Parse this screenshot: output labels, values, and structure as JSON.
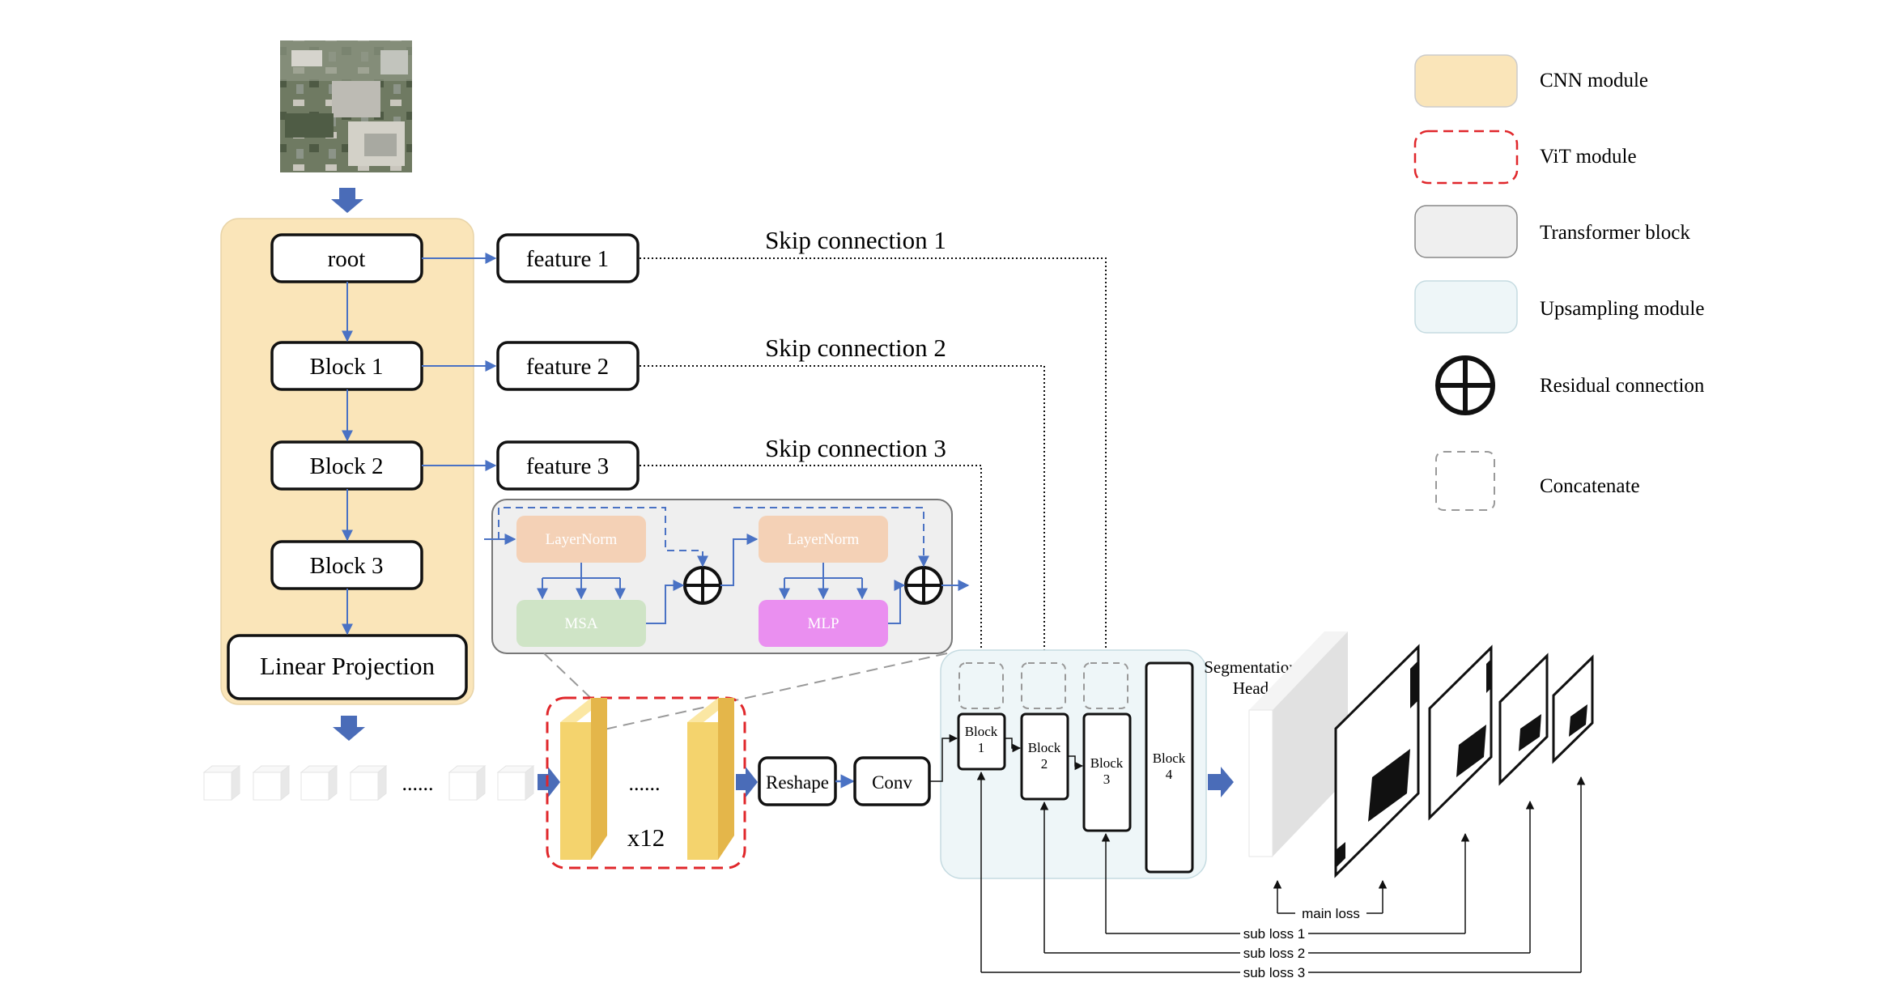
{
  "cnn": {
    "root": "root",
    "block1": "Block 1",
    "block2": "Block 2",
    "block3": "Block 3",
    "linear_projection": "Linear Projection"
  },
  "features": {
    "f1": "feature 1",
    "f2": "feature 2",
    "f3": "feature 3"
  },
  "skip": {
    "s1": "Skip connection 1",
    "s2": "Skip connection 2",
    "s3": "Skip connection 3"
  },
  "transformer": {
    "layernorm1": "LayerNorm",
    "layernorm2": "LayerNorm",
    "msa": "MSA",
    "mlp": "MLP"
  },
  "tokens": {
    "ellipsis": "......"
  },
  "vit": {
    "ellipsis": "......",
    "repeat": "x12"
  },
  "ops": {
    "reshape": "Reshape",
    "conv": "Conv"
  },
  "decoder": {
    "block1_line1": "Block",
    "block1_line2": "1",
    "block2_line1": "Block",
    "block2_line2": "2",
    "block3_line1": "Block",
    "block3_line2": "3",
    "block4_line1": "Block",
    "block4_line2": "4"
  },
  "seg_head": {
    "line1": "Segmentation",
    "line2": "Head"
  },
  "losses": {
    "main": "main loss",
    "sub1": "sub loss 1",
    "sub2": "sub loss 2",
    "sub3": "sub loss 3"
  },
  "legend": {
    "cnn": "CNN module",
    "vit": "ViT module",
    "transformer": "Transformer block",
    "upsampling": "Upsampling module",
    "residual": "Residual connection",
    "concatenate": "Concatenate"
  },
  "colors": {
    "cnn_bg": "#fae5b9",
    "vit_border": "#e0272b",
    "transformer_bg": "#efefef",
    "upsampling_bg": "#eef6f8",
    "arrow_blue": "#4a72c4",
    "layernorm": "#f4d1b6",
    "msa": "#cfe4c6",
    "mlp": "#ea8ff0",
    "vit_token": "#f4d36d"
  }
}
